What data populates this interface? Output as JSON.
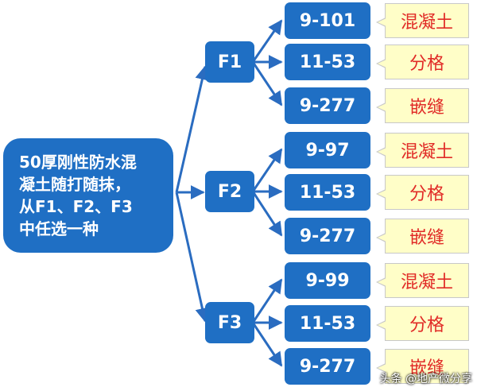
{
  "root": {
    "label": "50厚刚性防水混\n凝土随打随抹，\n从F1、F2、F3\n中任选一种"
  },
  "groups": [
    {
      "label": "F1",
      "items": [
        {
          "code": "9-101",
          "note": "混凝土"
        },
        {
          "code": "11-53",
          "note": "分格"
        },
        {
          "code": "9-277",
          "note": "嵌缝"
        }
      ]
    },
    {
      "label": "F2",
      "items": [
        {
          "code": "9-97",
          "note": "混凝土"
        },
        {
          "code": "11-53",
          "note": "分格"
        },
        {
          "code": "9-277",
          "note": "嵌缝"
        }
      ]
    },
    {
      "label": "F3",
      "items": [
        {
          "code": "9-99",
          "note": "混凝土"
        },
        {
          "code": "11-53",
          "note": "分格"
        },
        {
          "code": "9-277",
          "note": "嵌缝"
        }
      ]
    }
  ],
  "watermark": "头条 @地产微分享",
  "colors": {
    "box": "#1f6fc4",
    "edge": "#2a6cc0",
    "note_bg": "#fffec8",
    "note_text": "#e12b27"
  }
}
